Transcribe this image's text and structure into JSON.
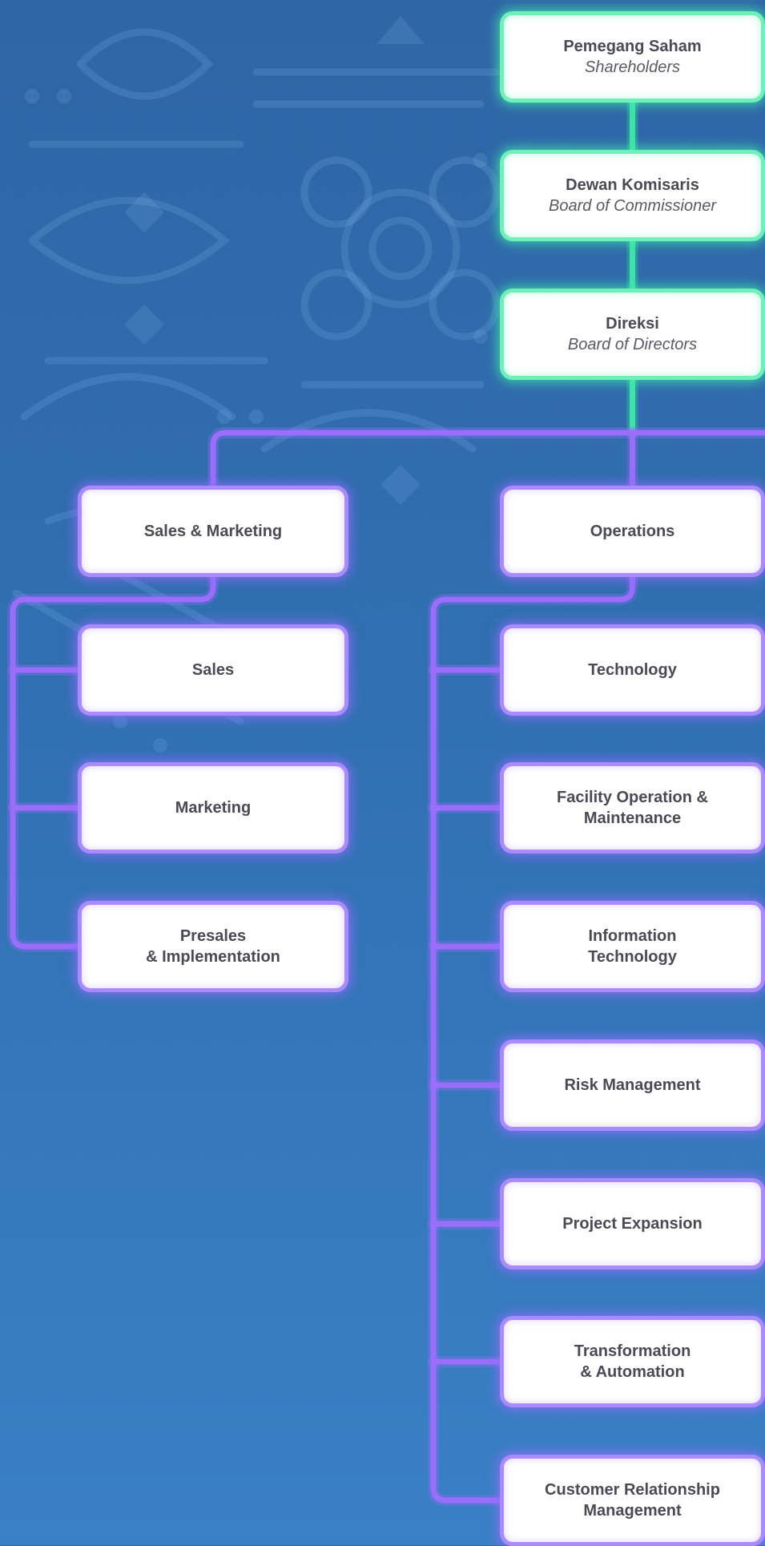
{
  "org_chart": {
    "top": [
      {
        "title": "Pemegang Saham",
        "subtitle": "Shareholders"
      },
      {
        "title": "Dewan Komisaris",
        "subtitle": "Board of Commissioner"
      },
      {
        "title": "Direksi",
        "subtitle": "Board of Directors"
      }
    ],
    "divisions": [
      {
        "title": "Sales & Marketing"
      },
      {
        "title": "Operations"
      }
    ],
    "sales_marketing_units": [
      {
        "title": "Sales"
      },
      {
        "title": "Marketing"
      },
      {
        "title": "Presales\n& Implementation"
      }
    ],
    "operations_units": [
      {
        "title": "Technology"
      },
      {
        "title": "Facility Operation &\nMaintenance"
      },
      {
        "title": "Information\nTechnology"
      },
      {
        "title": "Risk Management"
      },
      {
        "title": "Project Expansion"
      },
      {
        "title": "Transformation\n& Automation"
      },
      {
        "title": "Customer Relationship\nManagement"
      }
    ]
  },
  "colors": {
    "background_top": "#2f66a6",
    "background_bottom": "#3a80c6",
    "executive_line": "#3ce4a6",
    "division_line": "#9a6dfb",
    "node_fill": "#ffffff",
    "node_text": "#4a4a55"
  }
}
